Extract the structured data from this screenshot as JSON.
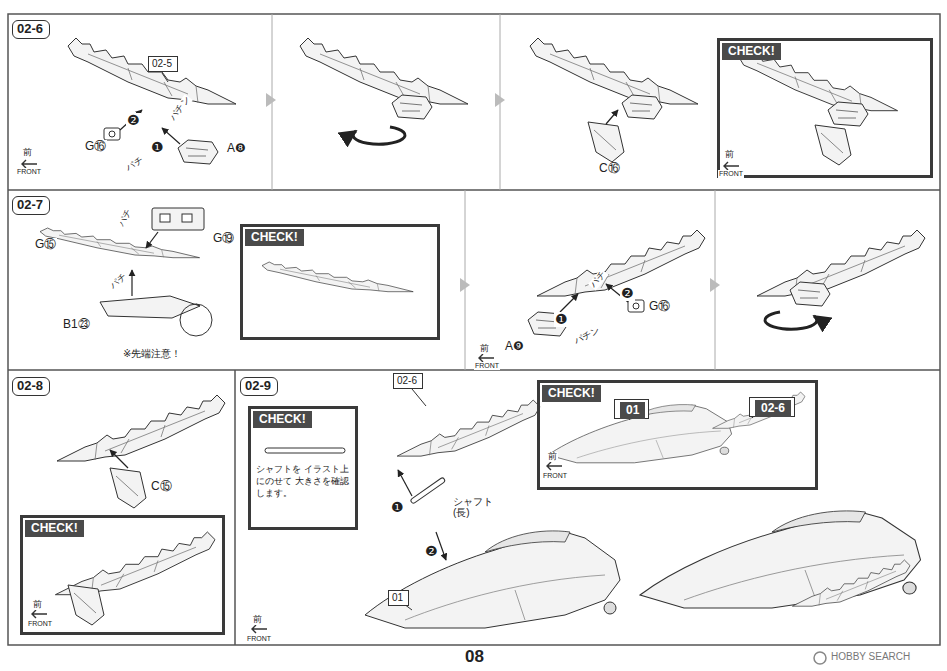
{
  "diagram": {
    "nodes": [
      {
        "text": [
          "02-6"
        ]
      },
      {
        "text": [
          "02-5"
        ]
      },
      {
        "text": [
          "CHECK!"
        ]
      },
      {
        "text": [
          "02-7"
        ]
      },
      {
        "text": [
          "CHECK!"
        ]
      },
      {
        "text": [
          "02-8"
        ]
      },
      {
        "text": [
          "CHECK!"
        ]
      },
      {
        "text": [
          "02-9"
        ]
      },
      {
        "text": [
          "CHECK!",
          "シャフトを イラスト上にのせて 大きさを確認します。"
        ]
      },
      {
        "text": [
          "02-6"
        ]
      },
      {
        "text": [
          "CHECK!"
        ]
      },
      {
        "text": [
          "01"
        ],
        "in": 10
      },
      {
        "text": [
          "02-6"
        ],
        "in": 10
      },
      {
        "text": [
          "01"
        ]
      }
    ],
    "labels": [
      "❷",
      "❶",
      "G⑯",
      "パチン",
      "パチ",
      "A❽",
      "前",
      "FRONT",
      "C⑯",
      "前",
      "FRONT",
      "G⑮",
      "パチ",
      "G⑲",
      "パチ",
      "B1㉓",
      "※先端注意！",
      "パチ",
      "❷",
      "❶",
      "G⑯",
      "パチン",
      "A❾",
      "前",
      "FRONT",
      "C⑮",
      "前",
      "FRONT",
      "❶",
      "シャフト (長)",
      "❷",
      "前",
      "FRONT",
      "前",
      "FRONT",
      "08",
      "HOBBY SEARCH"
    ]
  }
}
